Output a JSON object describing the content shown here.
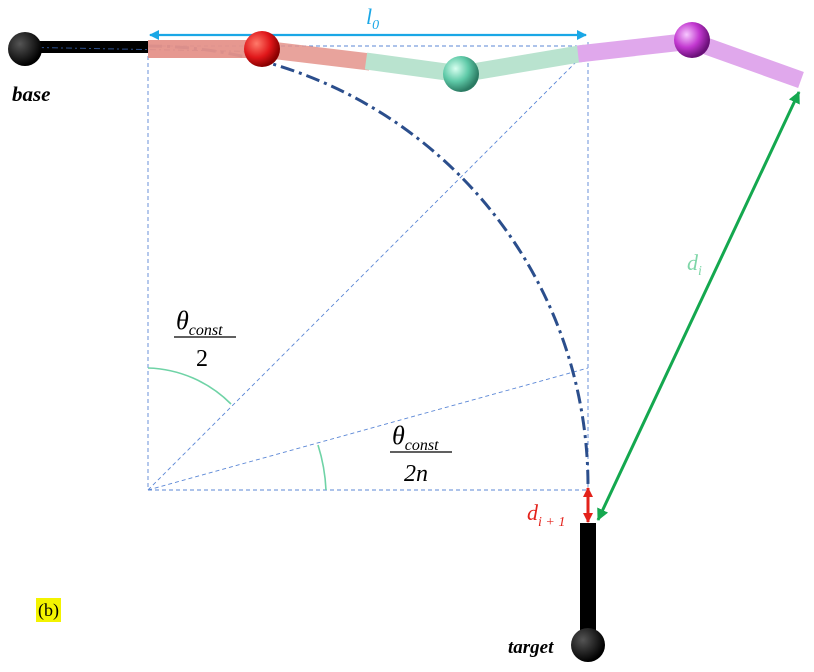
{
  "labels": {
    "base": "base",
    "target": "target",
    "l0": "l",
    "l0_sub": "0",
    "di": "d",
    "di_sub": "i",
    "di1": "d",
    "di1_sub": "i + 1",
    "theta_half_num": "θ",
    "theta_half_num_sub": "const",
    "theta_half_den": "2",
    "theta_2n_num": "θ",
    "theta_2n_num_sub": "const",
    "theta_2n_den": "2n",
    "panel": "(b)"
  },
  "colors": {
    "l0_arrow": "#1aa7e6",
    "di_arrow": "#14a84f",
    "di_label": "#7fd6a8",
    "di1_arrow": "#e3221b",
    "arc": "#2b4e8c",
    "guides": "#5b87d6",
    "angle_arc": "#6fd3a6",
    "link_red": "#e5938b",
    "link_green": "#b9e3cf",
    "link_purple": "#e0a8ec",
    "joint_red": "#e0171a",
    "joint_green": "#5fcaa8",
    "joint_purple": "#c238d0",
    "panel_highlight": "#f3f300"
  },
  "icons": [
    "base-joint-icon",
    "target-joint-icon",
    "red-joint-icon",
    "green-joint-icon",
    "purple-joint-icon"
  ]
}
